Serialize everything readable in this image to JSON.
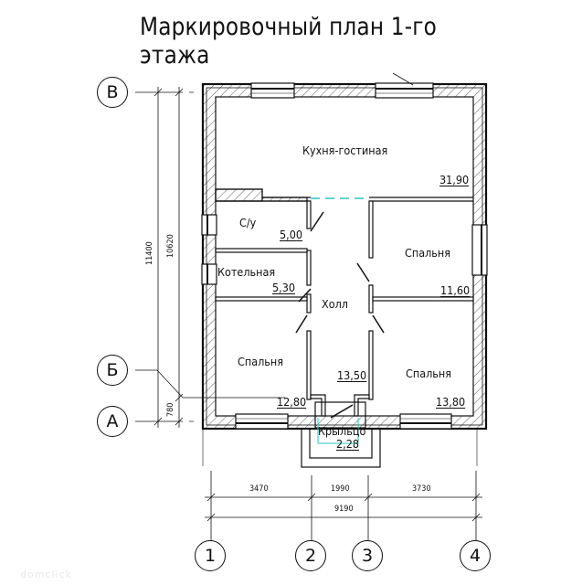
{
  "title": "Маркировочный план 1-го этажа",
  "rooms": [
    {
      "name": "Кухня-гостиная",
      "area": "31,90"
    },
    {
      "name": "С/у",
      "area": "5,00"
    },
    {
      "name": "Котельная",
      "area": "5,30"
    },
    {
      "name": "Холл",
      "area": "13,50"
    },
    {
      "name": "Спальня",
      "area": "11,60"
    },
    {
      "name": "Спальня",
      "area": "12,80"
    },
    {
      "name": "Спальня",
      "area": "13,80"
    },
    {
      "name": "Крыльцо",
      "area": "2,28"
    }
  ],
  "dimensions": {
    "horizontal": [
      "3470",
      "1990",
      "3730"
    ],
    "horizontal_total": "9190",
    "vertical_total": "11400",
    "vertical_inner": "10620",
    "vertical_small": "780"
  },
  "axes": {
    "letters": [
      "В",
      "Б",
      "А"
    ],
    "numbers": [
      "1",
      "2",
      "3",
      "4"
    ]
  },
  "watermark": "domclick",
  "colors": {
    "line": "#111111",
    "hatch": "#333333",
    "accent": "#2ec4c4"
  }
}
